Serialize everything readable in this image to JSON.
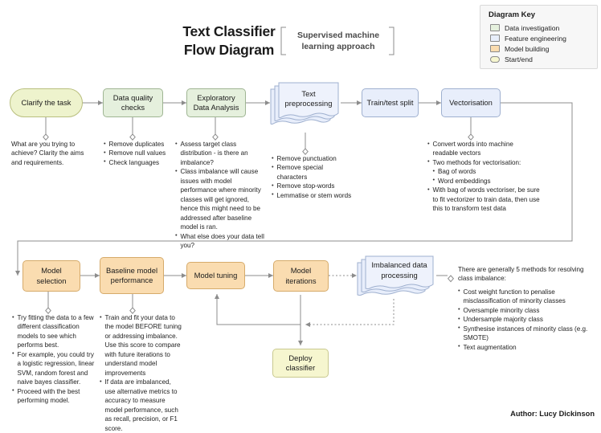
{
  "header": {
    "title_line1": "Text Classifier",
    "title_line2": "Flow Diagram",
    "subtitle": "Supervised machine learning approach"
  },
  "legend": {
    "title": "Diagram Key",
    "items": [
      {
        "label": "Data investigation",
        "color": "#e5f0dd",
        "shape": "rect"
      },
      {
        "label": "Feature engineering",
        "color": "#e8eefb",
        "shape": "rect"
      },
      {
        "label": "Model building",
        "color": "#fadcb0",
        "shape": "rect"
      },
      {
        "label": "Start/end",
        "color": "#f6f6cf",
        "shape": "oval"
      }
    ]
  },
  "nodes": {
    "clarify_task": "Clarify the task",
    "data_quality": "Data quality checks",
    "eda": "Exploratory Data Analysis",
    "text_preprocessing": "Text preprocessing",
    "train_test_split": "Train/test split",
    "vectorisation": "Vectorisation",
    "model_selection": "Model selection",
    "baseline_model": "Baseline model performance",
    "model_tuning": "Model tuning",
    "model_iterations": "Model iterations",
    "imbalanced_data": "Imbalanced data processing",
    "deploy_classifier": "Deploy classifier"
  },
  "notes": {
    "clarify_task": "What are you trying to achieve? Clarity the aims and requirements.",
    "data_quality": [
      "Remove duplicates",
      "Remove null values",
      "Check languages"
    ],
    "eda": [
      "Assess target class distribution - is there an imbalance?",
      "Class imbalance will cause issues with model performance where minority classes will get ignored, hence this might need to be addressed after baseline model is ran.",
      "What else does your data tell you?"
    ],
    "text_preprocessing": [
      "Remove punctuation",
      "Remove special characters",
      "Remove stop-words",
      "Lemmatise or stem words"
    ],
    "vectorisation": [
      {
        "text": "Convert words into machine readable vectors",
        "sub": false
      },
      {
        "text": "Two methods for vectorisation:",
        "sub": false
      },
      {
        "text": "Bag of words",
        "sub": true
      },
      {
        "text": "Word embeddings",
        "sub": true
      },
      {
        "text": "With bag of words vectoriser, be sure to fit vectorizer to train data, then use this to transform test data",
        "sub": false
      }
    ],
    "model_selection": [
      "Try fitting the data to a few different classification models to see which performs best.",
      "For example, you could try a logistic regression, linear SVM, random forest and naive bayes classifier.",
      "Proceed with the best performing model."
    ],
    "baseline_model": [
      "Train and fit your data to the model BEFORE tuning or addressing imbalance. Use this score to compare with future iterations to understand model improvements",
      "If data are imbalanced, use alternative metrics to accuracy to measure model performance, such as recall, precision, or F1 score."
    ],
    "imbalanced_lead": "There are generally 5 methods for resolving class imbalance:",
    "imbalanced_methods": [
      "Cost weight function to penalise misclassification of minority classes",
      "Oversample minority class",
      "Undersample majority class",
      "Synthesise instances of minority class (e.g. SMOTE)",
      "Text augmentation"
    ]
  },
  "footer": {
    "author": "Author: Lucy Dickinson"
  },
  "colors": {
    "data_investigation": "#e5f0dd",
    "feature_engineering": "#e8eefb",
    "model_building": "#fadcb0",
    "start_end": "#f6f6cf",
    "connector": "#8c8c8c"
  }
}
